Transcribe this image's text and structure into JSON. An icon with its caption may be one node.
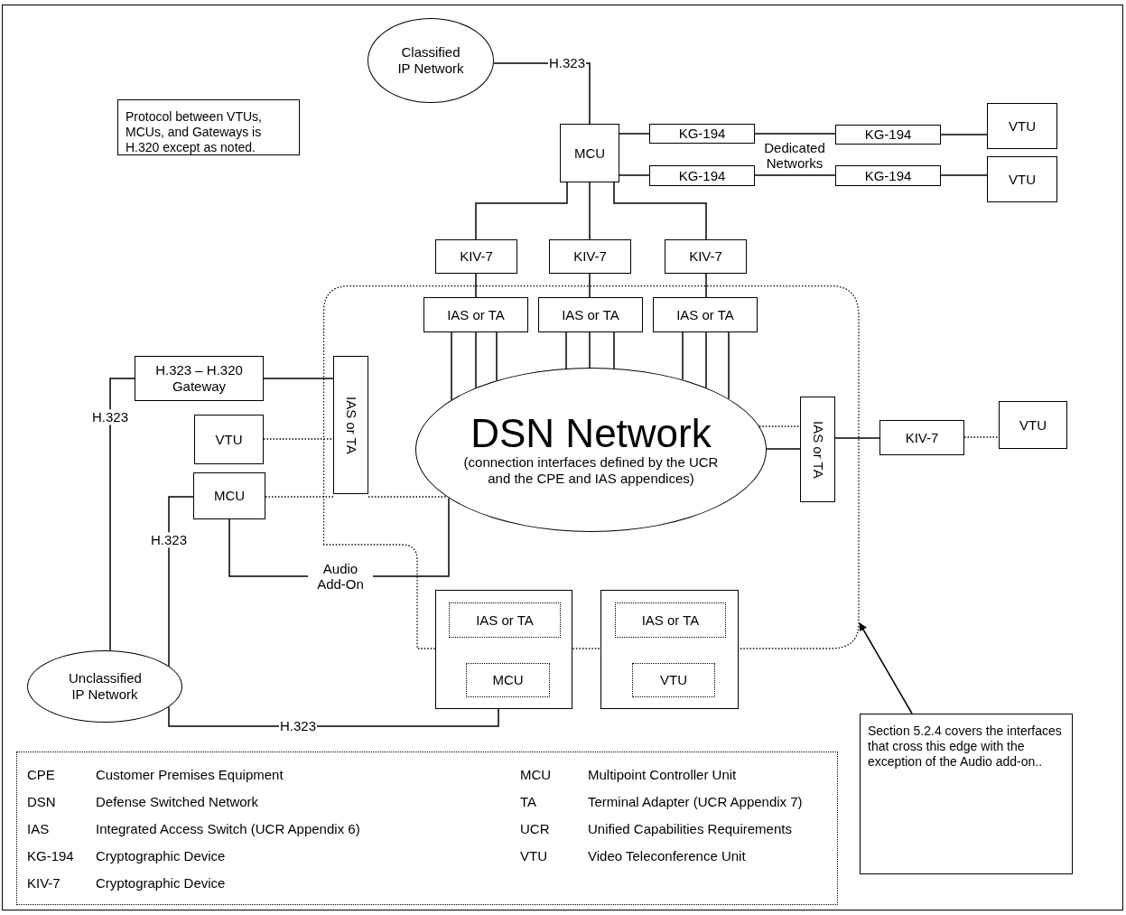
{
  "diagram": {
    "nodes": [
      {
        "text": [
          "Classified IP Network"
        ]
      },
      {
        "text": [
          "Protocol between VTUs, MCUs, and Gateways is H.320 except as noted."
        ]
      },
      {
        "text": [
          "MCU"
        ]
      },
      {
        "text": [
          "KG-194"
        ]
      },
      {
        "text": [
          "KG-194"
        ]
      },
      {
        "text": [
          "KG-194"
        ]
      },
      {
        "text": [
          "KG-194"
        ]
      },
      {
        "text": [
          "VTU"
        ]
      },
      {
        "text": [
          "VTU"
        ]
      },
      {
        "text": [
          "KIV-7"
        ]
      },
      {
        "text": [
          "KIV-7"
        ]
      },
      {
        "text": [
          "KIV-7"
        ]
      },
      {
        "text": [],
        "shape": "box"
      },
      {
        "text": [
          "IAS or TA"
        ],
        "in": 12
      },
      {
        "text": [
          "IAS or TA"
        ],
        "in": 12
      },
      {
        "text": [
          "IAS or TA"
        ],
        "in": 12
      },
      {
        "text": [
          "DSN Network",
          "(connection interfaces defined by the UCR and the CPE and IAS appendices)"
        ],
        "in": 12
      },
      {
        "text": [
          "H.323 – H.320 Gateway"
        ]
      },
      {
        "text": [
          "IAS or TA"
        ],
        "in": 12
      },
      {
        "text": [
          "VTU"
        ]
      },
      {
        "text": [
          "MCU"
        ]
      },
      {
        "text": [
          "IAS or TA"
        ],
        "in": 12
      },
      {
        "text": [
          "KIV-7"
        ]
      },
      {
        "text": [
          "VTU"
        ]
      },
      {
        "text": [
          "Unclassified IP Network"
        ]
      },
      {
        "text": [],
        "shape": "box"
      },
      {
        "text": [
          "IAS or TA"
        ]
      },
      {
        "text": [
          "MCU"
        ],
        "in": 25
      },
      {
        "text": [],
        "shape": "box"
      },
      {
        "text": [
          "IAS or TA"
        ]
      },
      {
        "text": [
          "VTU"
        ],
        "in": 28
      },
      {
        "text": [
          "Section 5.2.4 covers the interfaces that cross this edge with the exception of the Audio add-on.."
        ]
      }
    ],
    "edges": [
      {
        "from": 0,
        "to": 2,
        "arrow": "none",
        "label": "H.323"
      },
      {
        "from": 2,
        "to": 3,
        "arrow": "none"
      },
      {
        "from": 2,
        "to": 4,
        "arrow": "none"
      },
      {
        "from": 3,
        "to": 5,
        "arrow": "none",
        "label": "Dedicated Networks"
      },
      {
        "from": 4,
        "to": 6,
        "arrow": "none"
      },
      {
        "from": 5,
        "to": 7,
        "arrow": "none"
      },
      {
        "from": 6,
        "to": 8,
        "arrow": "none"
      },
      {
        "from": 2,
        "to": 9,
        "arrow": "none"
      },
      {
        "from": 2,
        "to": 10,
        "arrow": "none"
      },
      {
        "from": 2,
        "to": 11,
        "arrow": "none"
      },
      {
        "from": 9,
        "to": 13,
        "arrow": "none"
      },
      {
        "from": 10,
        "to": 14,
        "arrow": "none"
      },
      {
        "from": 11,
        "to": 15,
        "arrow": "none"
      },
      {
        "from": 13,
        "to": 16,
        "arrow": "none"
      },
      {
        "from": 13,
        "to": 16,
        "arrow": "none"
      },
      {
        "from": 13,
        "to": 16,
        "arrow": "none"
      },
      {
        "from": 14,
        "to": 16,
        "arrow": "none"
      },
      {
        "from": 14,
        "to": 16,
        "arrow": "none"
      },
      {
        "from": 14,
        "to": 16,
        "arrow": "none"
      },
      {
        "from": 15,
        "to": 16,
        "arrow": "none"
      },
      {
        "from": 15,
        "to": 16,
        "arrow": "none"
      },
      {
        "from": 15,
        "to": 16,
        "arrow": "none"
      },
      {
        "from": 17,
        "to": 18,
        "arrow": "none"
      },
      {
        "from": 17,
        "to": 24,
        "arrow": "none",
        "label": "H.323"
      },
      {
        "from": 19,
        "to": 18,
        "arrow": "none",
        "style": "dashed"
      },
      {
        "from": 20,
        "to": 18,
        "arrow": "none",
        "style": "dashed"
      },
      {
        "from": 18,
        "to": 16,
        "arrow": "none",
        "style": "dashed"
      },
      {
        "from": 20,
        "to": 16,
        "arrow": "none",
        "label": "Audio Add-On"
      },
      {
        "from": 20,
        "to": 24,
        "arrow": "none",
        "label": "H.323"
      },
      {
        "from": 24,
        "to": 25,
        "arrow": "none",
        "label": "H.323"
      },
      {
        "from": 16,
        "to": 21,
        "arrow": "none",
        "style": "dashed"
      },
      {
        "from": 16,
        "to": 21,
        "arrow": "none"
      },
      {
        "from": 21,
        "to": 22,
        "arrow": "none"
      },
      {
        "from": 22,
        "to": 23,
        "arrow": "none",
        "style": "dashed"
      },
      {
        "from": 31,
        "to": 12,
        "arrow": "to"
      }
    ],
    "labels": [
      "CPE",
      "Customer Premises Equipment",
      "MCU",
      "Multipoint Controller Unit",
      "DSN",
      "Defense Switched Network",
      "TA",
      "Terminal Adapter (UCR Appendix 7)",
      "IAS",
      "Integrated Access Switch (UCR Appendix 6)",
      "UCR",
      "Unified Capabilities Requirements",
      "KG-194",
      "Cryptographic Device",
      "VTU",
      "Video Teleconference Unit",
      "KIV-7",
      "Cryptographic Device"
    ]
  }
}
